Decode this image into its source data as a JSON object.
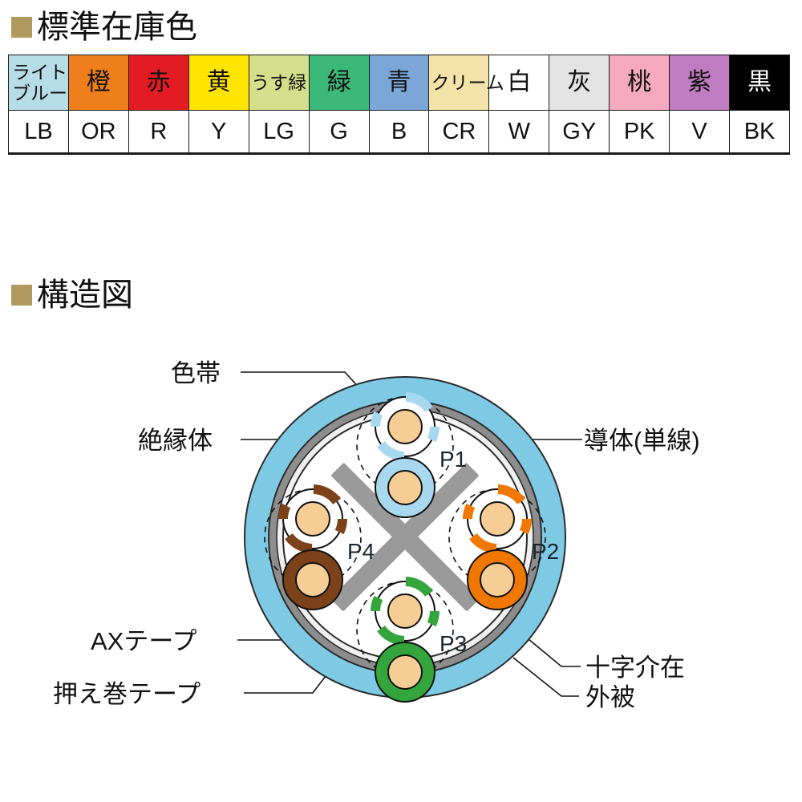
{
  "sections": {
    "colors": {
      "marker": "filled-square",
      "title": "標準在庫色"
    },
    "structure": {
      "marker": "filled-square",
      "title": "構造図"
    }
  },
  "color_table": {
    "columns": [
      {
        "name_ja": "ライトブルー",
        "abbr": "LB",
        "swatch_hex": "#b6dce8",
        "text_hex": "#1b1b1b",
        "two_line": true,
        "line1": "ライト",
        "line2": "ブルー"
      },
      {
        "name_ja": "橙",
        "abbr": "OR",
        "swatch_hex": "#ee7f1b",
        "text_hex": "#1b1b1b"
      },
      {
        "name_ja": "赤",
        "abbr": "R",
        "swatch_hex": "#e31b22",
        "text_hex": "#1b1b1b"
      },
      {
        "name_ja": "黄",
        "abbr": "Y",
        "swatch_hex": "#ffe400",
        "text_hex": "#1b1b1b"
      },
      {
        "name_ja": "うす緑",
        "abbr": "LG",
        "swatch_hex": "#d4df8c",
        "text_hex": "#1b1b1b",
        "small": true
      },
      {
        "name_ja": "緑",
        "abbr": "G",
        "swatch_hex": "#3cb878",
        "text_hex": "#1b1b1b"
      },
      {
        "name_ja": "青",
        "abbr": "B",
        "swatch_hex": "#7aa6d8",
        "text_hex": "#1b1b1b"
      },
      {
        "name_ja": "クリーム",
        "abbr": "CR",
        "swatch_hex": "#f3e3a8",
        "text_hex": "#1b1b1b",
        "small": true
      },
      {
        "name_ja": "白",
        "abbr": "W",
        "swatch_hex": "#ffffff",
        "text_hex": "#1b1b1b"
      },
      {
        "name_ja": "灰",
        "abbr": "GY",
        "swatch_hex": "#e3e3e3",
        "text_hex": "#1b1b1b"
      },
      {
        "name_ja": "桃",
        "abbr": "PK",
        "swatch_hex": "#f4a9bf",
        "text_hex": "#1b1b1b"
      },
      {
        "name_ja": "紫",
        "abbr": "V",
        "swatch_hex": "#c07cc0",
        "text_hex": "#1b1b1b"
      },
      {
        "name_ja": "黒",
        "abbr": "BK",
        "swatch_hex": "#000000",
        "text_hex": "#ffffff"
      }
    ]
  },
  "diagram": {
    "callouts": {
      "color_band": "色帯",
      "insulator": "絶縁体",
      "conductor": "導体(単線)",
      "ax_tape": "AXテープ",
      "binder_tape": "押え巻テープ",
      "cross_filler": "十字介在",
      "jacket": "外被"
    },
    "pairs": [
      {
        "id": "P1",
        "label": "P1",
        "color_hex": "#a8d8f0",
        "position": "top"
      },
      {
        "id": "P2",
        "label": "P2",
        "color_hex": "#f07800",
        "position": "right"
      },
      {
        "id": "P3",
        "label": "P3",
        "color_hex": "#33a53c",
        "position": "bottom"
      },
      {
        "id": "P4",
        "label": "P4",
        "color_hex": "#7c431a",
        "position": "left"
      }
    ],
    "layers": {
      "jacket_hex": "#7ecae4",
      "ax_tape_hex": "#8d8d8d",
      "binder_tape_hex": "#f0f0f0",
      "cross_filler_hex": "#9a9a9a",
      "conductor_hex": "#f7cd96",
      "white_insulator_hex": "#ffffff"
    }
  }
}
